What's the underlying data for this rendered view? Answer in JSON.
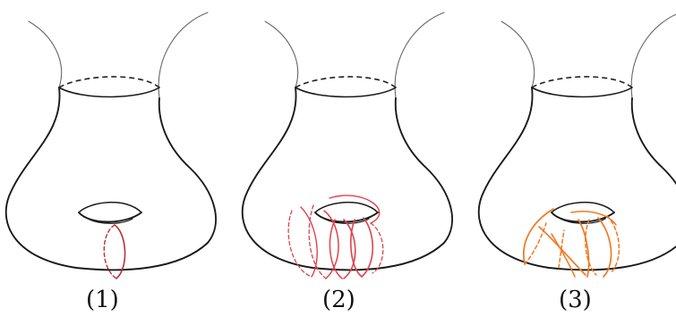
{
  "panels": [
    {
      "label": "(1)",
      "curve_color": "#b8323a",
      "curve_count": 1
    },
    {
      "label": "(2)",
      "curve_color": "#e0424c",
      "curve_count": 6
    },
    {
      "label": "(3)",
      "curve_color": "#f07a24",
      "curve_count": 6
    }
  ]
}
